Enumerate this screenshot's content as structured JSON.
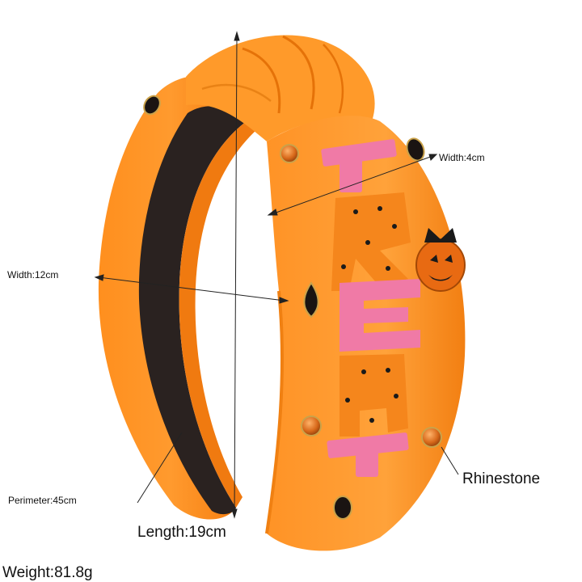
{
  "labels": {
    "width_band": "Width:4cm",
    "width_total": "Width:12cm",
    "perimeter": "Perimeter:45cm",
    "length": "Length:19cm",
    "weight": "Weight:81.8g",
    "rhinestone": "Rhinestone"
  },
  "product": {
    "beaded_letters": [
      "T",
      "R",
      "E",
      "A",
      "T"
    ]
  },
  "colors": {
    "band": "#ff8a1a",
    "lining": "#2a2220",
    "bead_pink": "#f07aa6",
    "bead_orange": "#f5861c",
    "bead_black": "#1a1a1a",
    "rhinestone": "#d8731a"
  }
}
